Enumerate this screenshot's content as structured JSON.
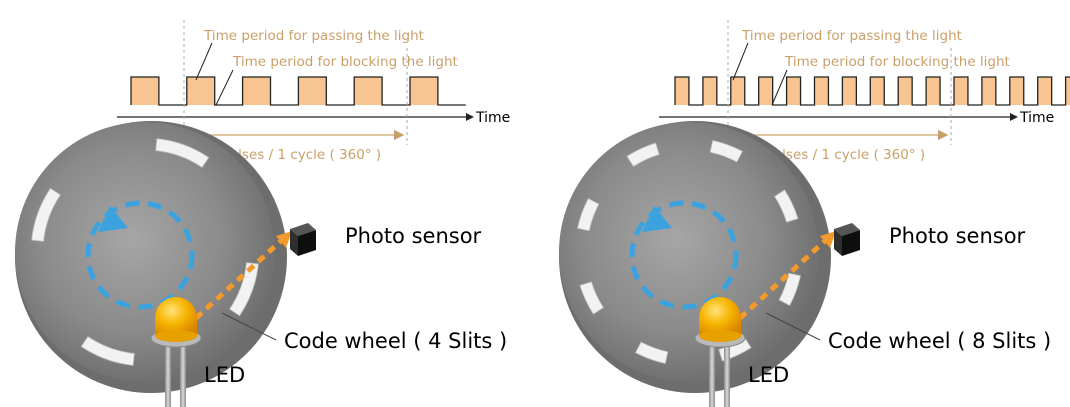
{
  "colors": {
    "annotation": "#c9a069",
    "pulse_fill": "#f7c592",
    "pulse_line": "#222222",
    "wheel_dark": "#6f6f6f",
    "wheel_mid": "#8f8f8f",
    "slit": "#f2f2f2",
    "rotation_arrow": "#3aa3df",
    "light_beam": "#f29a2e",
    "led": "#f5a000",
    "sensor": "#1c1c1c"
  },
  "panels": [
    {
      "passing_label": "Time period for passing the light",
      "blocking_label": "Time period for blocking the light",
      "time_label": "Time",
      "cycle_label": "4 Pulses / 1 cycle ( 360° )",
      "sensor_label": "Photo sensor",
      "wheel_label": "Code wheel ( 4 Slits )",
      "led_label": "LED",
      "slits": 4,
      "pulse_count_shown": 6
    },
    {
      "passing_label": "Time period for passing the light",
      "blocking_label": "Time period for blocking the light",
      "time_label": "Time",
      "cycle_label": "8 Pulses / 1 cycle ( 360° )",
      "sensor_label": "Photo sensor",
      "wheel_label": "Code wheel ( 8 Slits )",
      "led_label": "LED",
      "slits": 8,
      "pulse_count_shown": 15
    }
  ]
}
